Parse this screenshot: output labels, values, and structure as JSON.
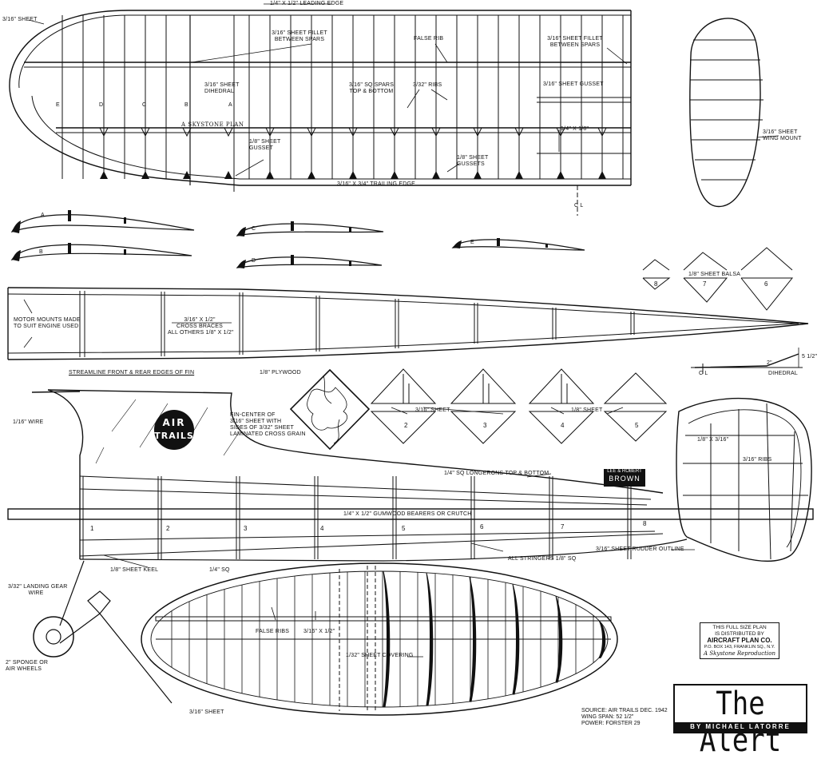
{
  "labels": {
    "leading_edge": "1/4\" X 1/2\" LEADING EDGE",
    "sheet_3_16_tl": "3/16\" SHEET",
    "fillet_left_1": "3/16\" SHEET FILLET",
    "fillet_left_2": "BETWEEN SPARS",
    "false_rib": "FALSE RIB",
    "fillet_right_1": "3/16\" SHEET FILLET",
    "fillet_right_2": "BETWEEN SPARS",
    "dihedral_sheet_1": "3/16\" SHEET",
    "dihedral_sheet_2": "DIHEDRAL",
    "spars_1": "3/16\" SQ SPARS",
    "spars_2": "TOP & BOTTOM",
    "ribs_3_32": "3/32\" RIBS",
    "sheet_gusset_3_16": "3/16\" SHEET GUSSET",
    "gusset_1_8_1": "1/8\" SHEET",
    "gusset_1_8_2": "GUSSET",
    "strip_1_4_x_1_8": "1/4\" X 1/8\"",
    "gussets_1_8_1": "1/8\" SHEET",
    "gussets_1_8_2": "GUSSETS",
    "trailing_edge": "3/16\" X 3/4\" TRAILING EDGE",
    "centerline": "C L",
    "wing_mount_1": "3/16\" SHEET",
    "wing_mount_2": "WING MOUNT",
    "stamp": "A SKYSTONE PLAN",
    "sheet_balsa": "1/8\" SHEET BALSA",
    "motor_mounts_1": "MOTOR MOUNTS MADE",
    "motor_mounts_2": "TO SUIT ENGINE USED",
    "cross_braces_1": "3/16\" X 1/2\"",
    "cross_braces_2": "CROSS BRACES",
    "cross_braces_3": "ALL OTHERS 1/8\" X 1/2\"",
    "dihedral_height": "5 1/2\"",
    "dihedral_two": "2\"",
    "dihedral_cl": "C L",
    "dihedral": "DIHEDRAL",
    "streamline": "STREAMLINE FRONT & REAR EDGES OF FIN",
    "plywood": "1/8\" PLYWOOD",
    "wire_1_16": "1/16\" WIRE",
    "fin_center_1": "FIN-CENTER OF",
    "fin_center_2": "3/16\" SHEET WITH",
    "fin_center_3": "SIDES OF 3/32\" SHEET",
    "fin_center_4": "LAMINATED CROSS GRAIN",
    "sheet_3_16_former": "3/16\" SHEET",
    "sheet_1_8_former": "1/8\" SHEET",
    "longerons": "1/4\" SQ LONGERONS TOP & BOTTOM",
    "bearers": "1/4\" X 1/2\" GUMWOOD BEARERS OR CRUTCH",
    "stringers": "ALL STRINGERS 1/8\" SQ",
    "rudder_outline": "3/16\" SHEET RUDDER OUTLINE",
    "sheet_keel": "1/8\" SHEET KEEL",
    "rudder_1_8_x_3_16": "1/8\" X 3/16\"",
    "rudder_ribs": "3/16\" RIBS",
    "landing_gear_1": "3/32\" LANDING GEAR",
    "landing_gear_2": "WIRE",
    "sponge_1": "2\" SPONGE OR",
    "sponge_2": "AIR WHEELS",
    "stab_1_4_sq": "1/4\" SQ",
    "false_ribs": "FALSE RIBS",
    "stab_3_16_x_1_2": "3/16\" X 1/2\"",
    "sheet_covering": "1/32\" SHEET COVERING",
    "stab_3_16_sheet": "3/16\" SHEET"
  },
  "rib_letters": [
    "E",
    "D",
    "C",
    "B",
    "A"
  ],
  "airfoils": {
    "a": "A",
    "b": "B",
    "c": "C",
    "d": "D",
    "e": "E"
  },
  "formers": {
    "f1": "2",
    "f2": "3",
    "f3": "4",
    "f4": "5",
    "f5": "6",
    "f6": "7",
    "f7": "8"
  },
  "stations": [
    "1",
    "2",
    "3",
    "4",
    "5",
    "6",
    "7",
    "8"
  ],
  "logo": {
    "line1": "AIR",
    "line2": "TRAILS"
  },
  "badge": {
    "line1": "LEE & ROBERT",
    "line2": "BROWN"
  },
  "distributor": {
    "line1": "THIS FULL SIZE PLAN",
    "line2": "IS DISTRIBUTED BY",
    "company": "AIRCRAFT PLAN CO.",
    "address": "P.O. BOX 143, FRANKLIN SQ., N.Y.",
    "skystone": "A Skystone Reproduction"
  },
  "title": {
    "name": "The Alert",
    "byline": "BY MICHAEL LATORRE"
  },
  "source": {
    "line1": "SOURCE: AIR TRAILS DEC. 1942",
    "line2": "WING SPAN: 52 1/2\"",
    "line3": "POWER: FORSTER 29"
  }
}
